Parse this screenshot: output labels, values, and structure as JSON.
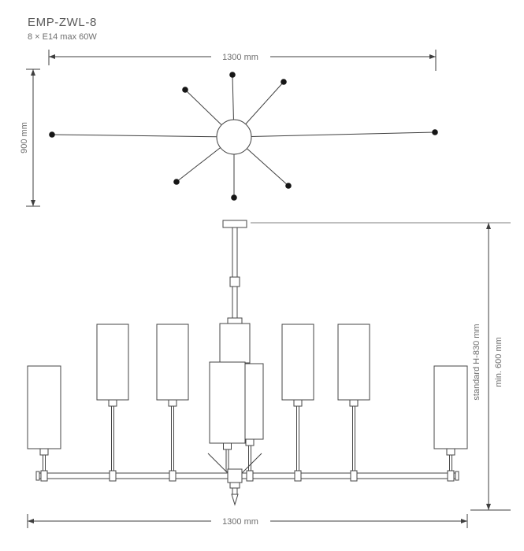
{
  "product": {
    "code": "EMP-ZWL-8",
    "spec": "8 × E14 max 60W"
  },
  "top_view": {
    "width_label": "1300 mm",
    "depth_label": "900 mm"
  },
  "side_view": {
    "height_standard_label": "standard H-830 mm",
    "height_min_label": "min. 600 mm",
    "width_label": "1300 mm"
  },
  "colors": {
    "line": "#3f3f3f",
    "text": "#6e6e6e",
    "background": "#ffffff"
  }
}
